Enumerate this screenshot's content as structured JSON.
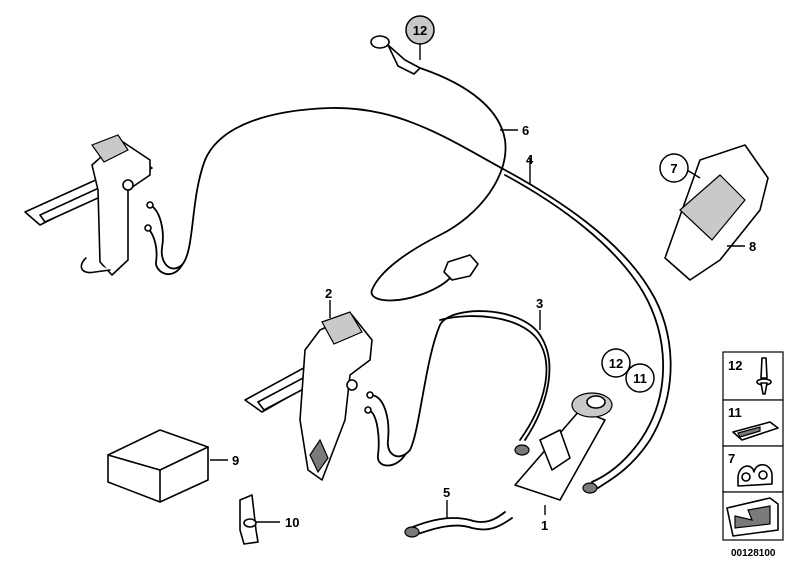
{
  "diagram": {
    "callouts": {
      "c1": "1",
      "c2": "2",
      "c3": "3",
      "c4": "4",
      "c5": "5",
      "c6": "6",
      "c7": "7",
      "c8": "8",
      "c9": "9",
      "c10": "10",
      "c11": "11",
      "c12_top": "12",
      "c12_mid": "12"
    },
    "legend": {
      "row1": "12",
      "row2": "11",
      "row3": "7"
    },
    "doc_number": "00128100"
  }
}
